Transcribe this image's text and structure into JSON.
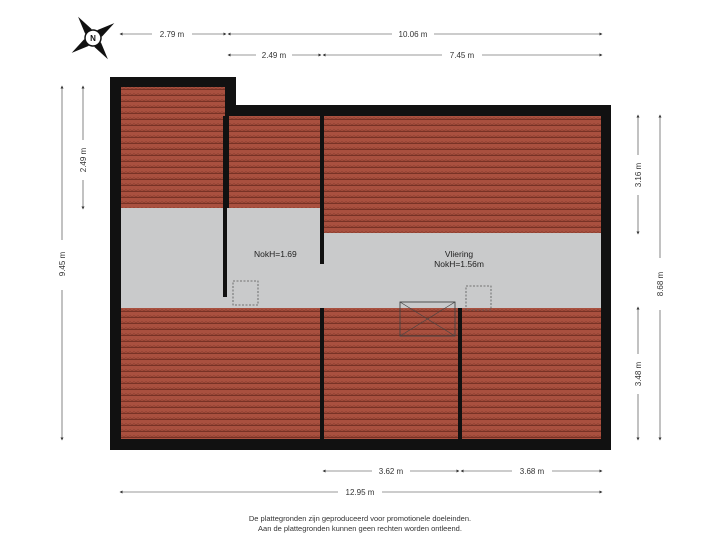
{
  "compass": {
    "label": "N",
    "icon": "compass-north-icon"
  },
  "dimensions": {
    "top_left": "2.79 m",
    "top_total": "10.06 m",
    "top_mid": "2.49 m",
    "top_right": "7.45 m",
    "left_upper": "2.49 m",
    "left_total": "9.45 m",
    "right_upper": "3.16 m",
    "right_total": "8.68 m",
    "right_lower": "3.48 m",
    "bottom_mid": "3.62 m",
    "bottom_right": "3.68 m",
    "bottom_total": "12.95 m"
  },
  "rooms": {
    "left_label": "NokH=1.69",
    "right_name": "Vliering",
    "right_height": "NokH=1.56m"
  },
  "footer": {
    "line1": "De plattegronden zijn geproduceerd voor promotionele doeleinden.",
    "line2": "Aan de plattegronden kunnen geen rechten worden ontleend."
  },
  "colors": {
    "wall": "#111111",
    "roof": "#a9503f",
    "roof_line": "#6e2a1f",
    "floor": "#c9cacb"
  }
}
